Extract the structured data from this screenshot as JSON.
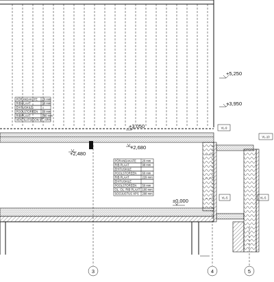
{
  "levels": {
    "l1": "+5,250",
    "l2": "+3,950",
    "l3": "+3,050",
    "l4": "+2,680",
    "l5": "+2,480",
    "l6": "±0,000"
  },
  "wall_tags": {
    "vl9": "VL-9",
    "vl10": "VL-10",
    "vl5a": "VL-5",
    "vl5b": "VL-5"
  },
  "gridlines": {
    "g3": "3",
    "g4": "4",
    "g5": "5"
  },
  "roof_layers": [
    {
      "name": "PÕRANDAKATE",
      "value": "20 mm"
    },
    {
      "name": "RIBIPLAAT",
      "value": "30 mm"
    },
    {
      "name": "EHITUSKILE",
      "value": ""
    },
    {
      "name": "POOLSTOREEN",
      "value": "10 mm"
    },
    {
      "name": "RIBIPLAAT",
      "value": "280 mm"
    },
    {
      "name": "VENTILATSIOON VT. ARH.",
      "value": ""
    }
  ],
  "floor_layers": [
    {
      "name": "PÕRANDAKATE",
      "value": "20 mm"
    },
    {
      "name": "RIB PLAAT",
      "value": "98 mm"
    },
    {
      "name": "EHITUSKILE",
      "value": ""
    },
    {
      "name": "POOLSTOREEN",
      "value": "60 mm"
    },
    {
      "name": "RIB PLAAT",
      "value": "229 mm"
    },
    {
      "name": "EHITUSKILE",
      "value": ""
    },
    {
      "name": "POOLSTOREEN",
      "value": "50 mm"
    },
    {
      "name": "OL. OL. RIB PLAAT",
      "value": "100 mm"
    },
    {
      "name": "SOOJUSTUS XPS",
      "value": "208 mm"
    }
  ]
}
